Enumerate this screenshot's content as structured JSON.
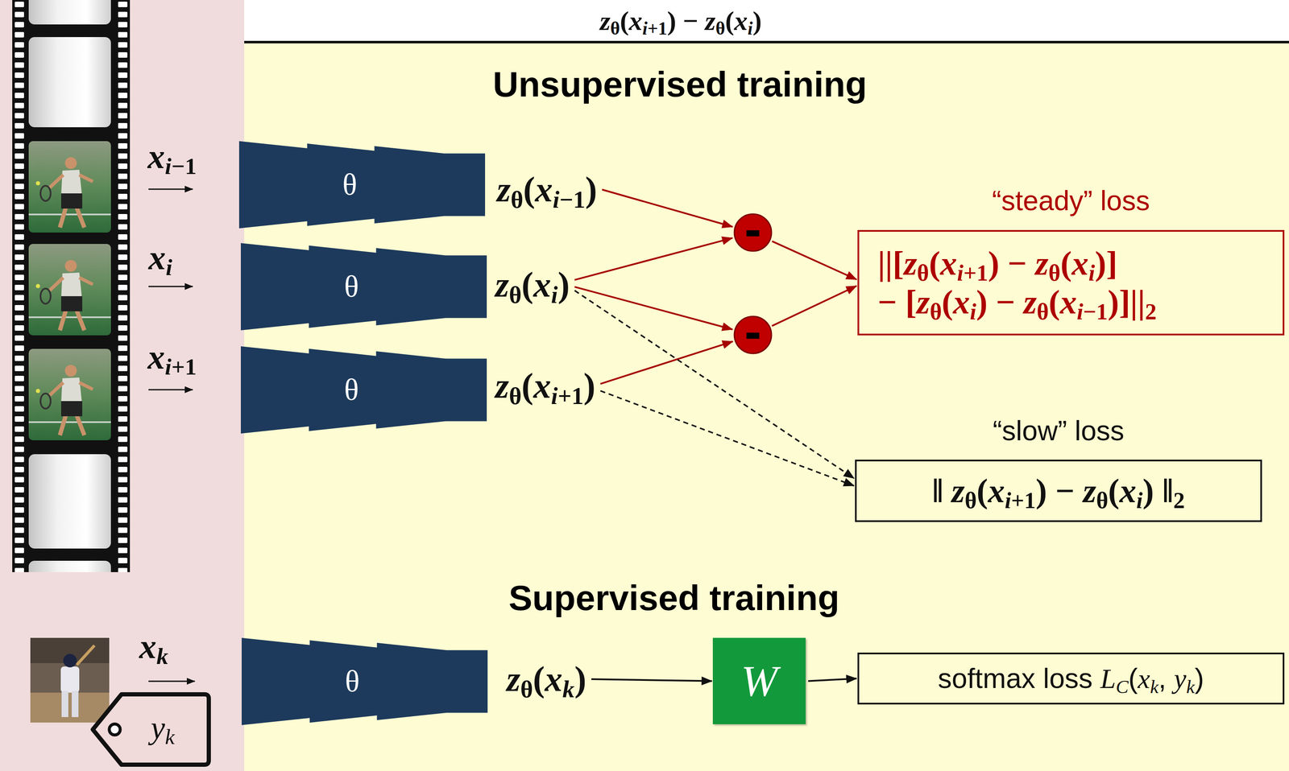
{
  "diagram": {
    "nodes": [
      {
        "text": [
          "θ"
        ]
      },
      {
        "text": [
          "θ"
        ]
      },
      {
        "text": [
          "θ"
        ]
      },
      {
        "text": [
          "zθ(xi−1)"
        ]
      },
      {
        "text": [
          "zθ(xi)"
        ]
      },
      {
        "text": [
          "zθ(xi+1)"
        ]
      },
      {
        "text": [
          "-"
        ]
      },
      {
        "text": [
          "-"
        ]
      },
      {
        "text": [
          "“steady” loss",
          "||[zθ(xi+1) − zθ(xi)] − [zθ(xi) − zθ(xi−1)]||2"
        ]
      },
      {
        "text": [
          "“slow” loss",
          "‖ zθ(xi+1) − zθ(xi) ‖2"
        ]
      },
      {
        "text": [
          "yk"
        ]
      },
      {
        "text": [
          "θ"
        ]
      },
      {
        "text": [
          "zθ(xk)"
        ]
      },
      {
        "text": [
          "W"
        ]
      },
      {
        "text": [
          "softmax loss LC(xk, yk)"
        ]
      }
    ],
    "edges": [
      {
        "from": 3,
        "to": 6,
        "arrow": "to"
      },
      {
        "from": 4,
        "to": 6,
        "arrow": "to"
      },
      {
        "from": 4,
        "to": 7,
        "arrow": "to"
      },
      {
        "from": 5,
        "to": 7,
        "arrow": "to"
      },
      {
        "from": 6,
        "to": 8,
        "arrow": "to"
      },
      {
        "from": 7,
        "to": 8,
        "arrow": "to"
      },
      {
        "from": 4,
        "to": 9,
        "arrow": "to"
      },
      {
        "from": 5,
        "to": 9,
        "arrow": "to"
      },
      {
        "from": 12,
        "to": 13,
        "arrow": "to"
      },
      {
        "from": 13,
        "to": 14,
        "arrow": "to"
      }
    ],
    "labels": [
      "zθ(xi+1) − zθ(xi)",
      "Unsupervised training",
      "xi−1",
      "xi",
      "xi+1",
      "Supervised training",
      "xk"
    ]
  }
}
